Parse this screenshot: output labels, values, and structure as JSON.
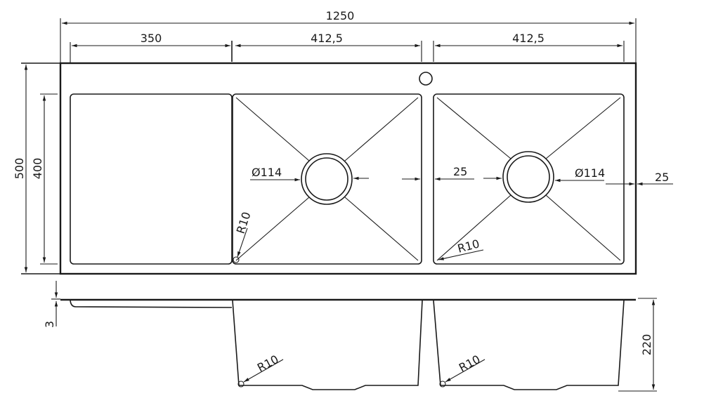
{
  "drawing": {
    "line_color": "#1a1a1a",
    "background": "#ffffff",
    "dimensions": {
      "overall_length": "1250",
      "drainer_width": "350",
      "bowl_left_width": "412,5",
      "bowl_right_width": "412,5",
      "overall_depth": "500",
      "bowl_depth": "400",
      "drain_left_diameter": "Ø114",
      "drain_right_diameter": "Ø114",
      "bowl_gap": "25",
      "edge_margin": "25",
      "corner_radius_left": "R10",
      "corner_radius_right": "R10",
      "side_radius_left": "R10",
      "side_radius_right": "R10",
      "bowl_height": "220",
      "thickness": "3"
    }
  }
}
